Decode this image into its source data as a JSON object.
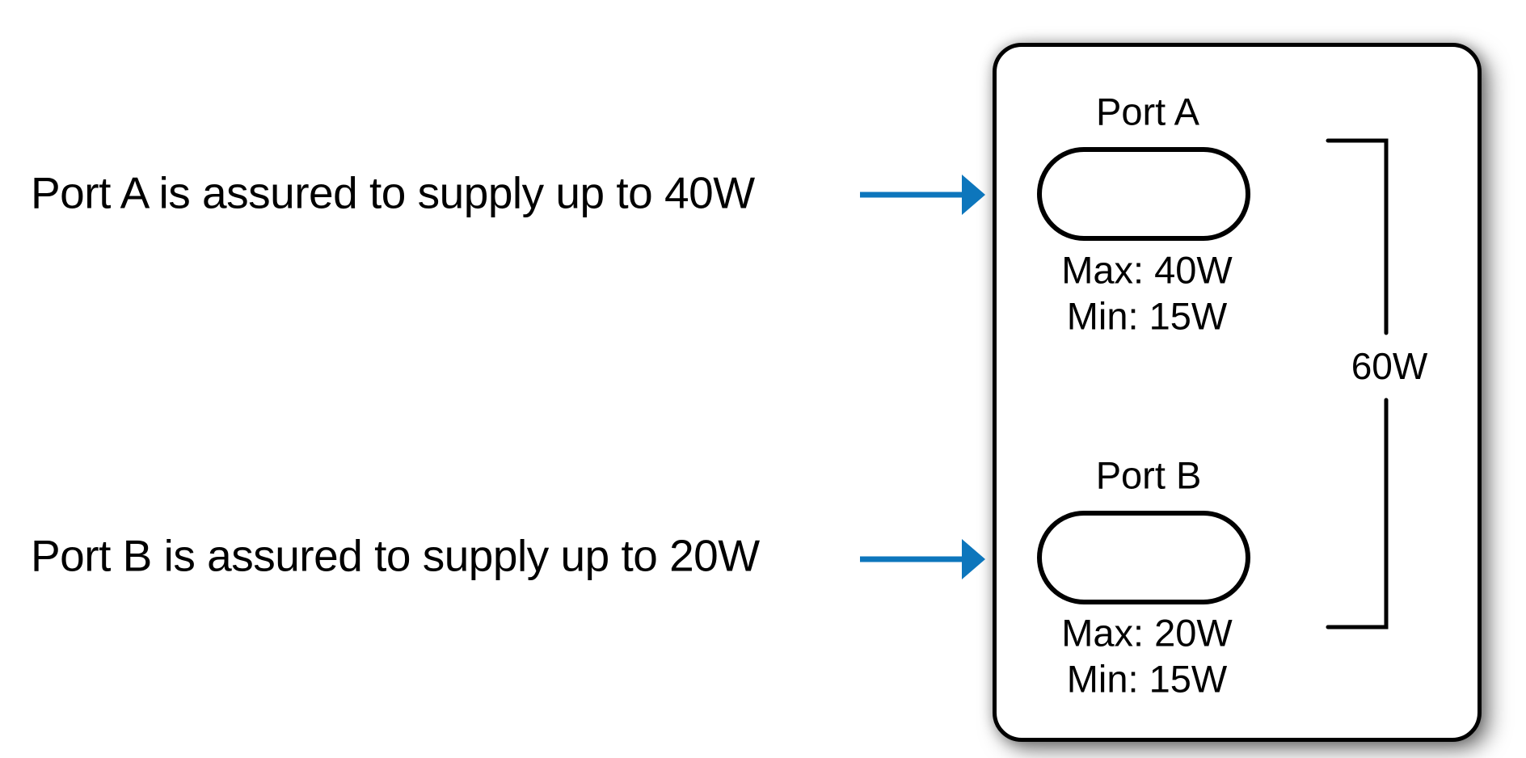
{
  "colors": {
    "arrow": "#0d76bc",
    "line": "#000000",
    "text": "#000000",
    "background": "#ffffff"
  },
  "annotations": {
    "port_a": "Port A is assured to supply up to 40W",
    "port_b": "Port B is assured to supply up to 20W"
  },
  "device": {
    "port_a": {
      "name": "Port A",
      "max": "Max: 40W",
      "min": "Min: 15W"
    },
    "port_b": {
      "name": "Port B",
      "max": "Max: 20W",
      "min": "Min: 15W"
    },
    "total": "60W"
  }
}
